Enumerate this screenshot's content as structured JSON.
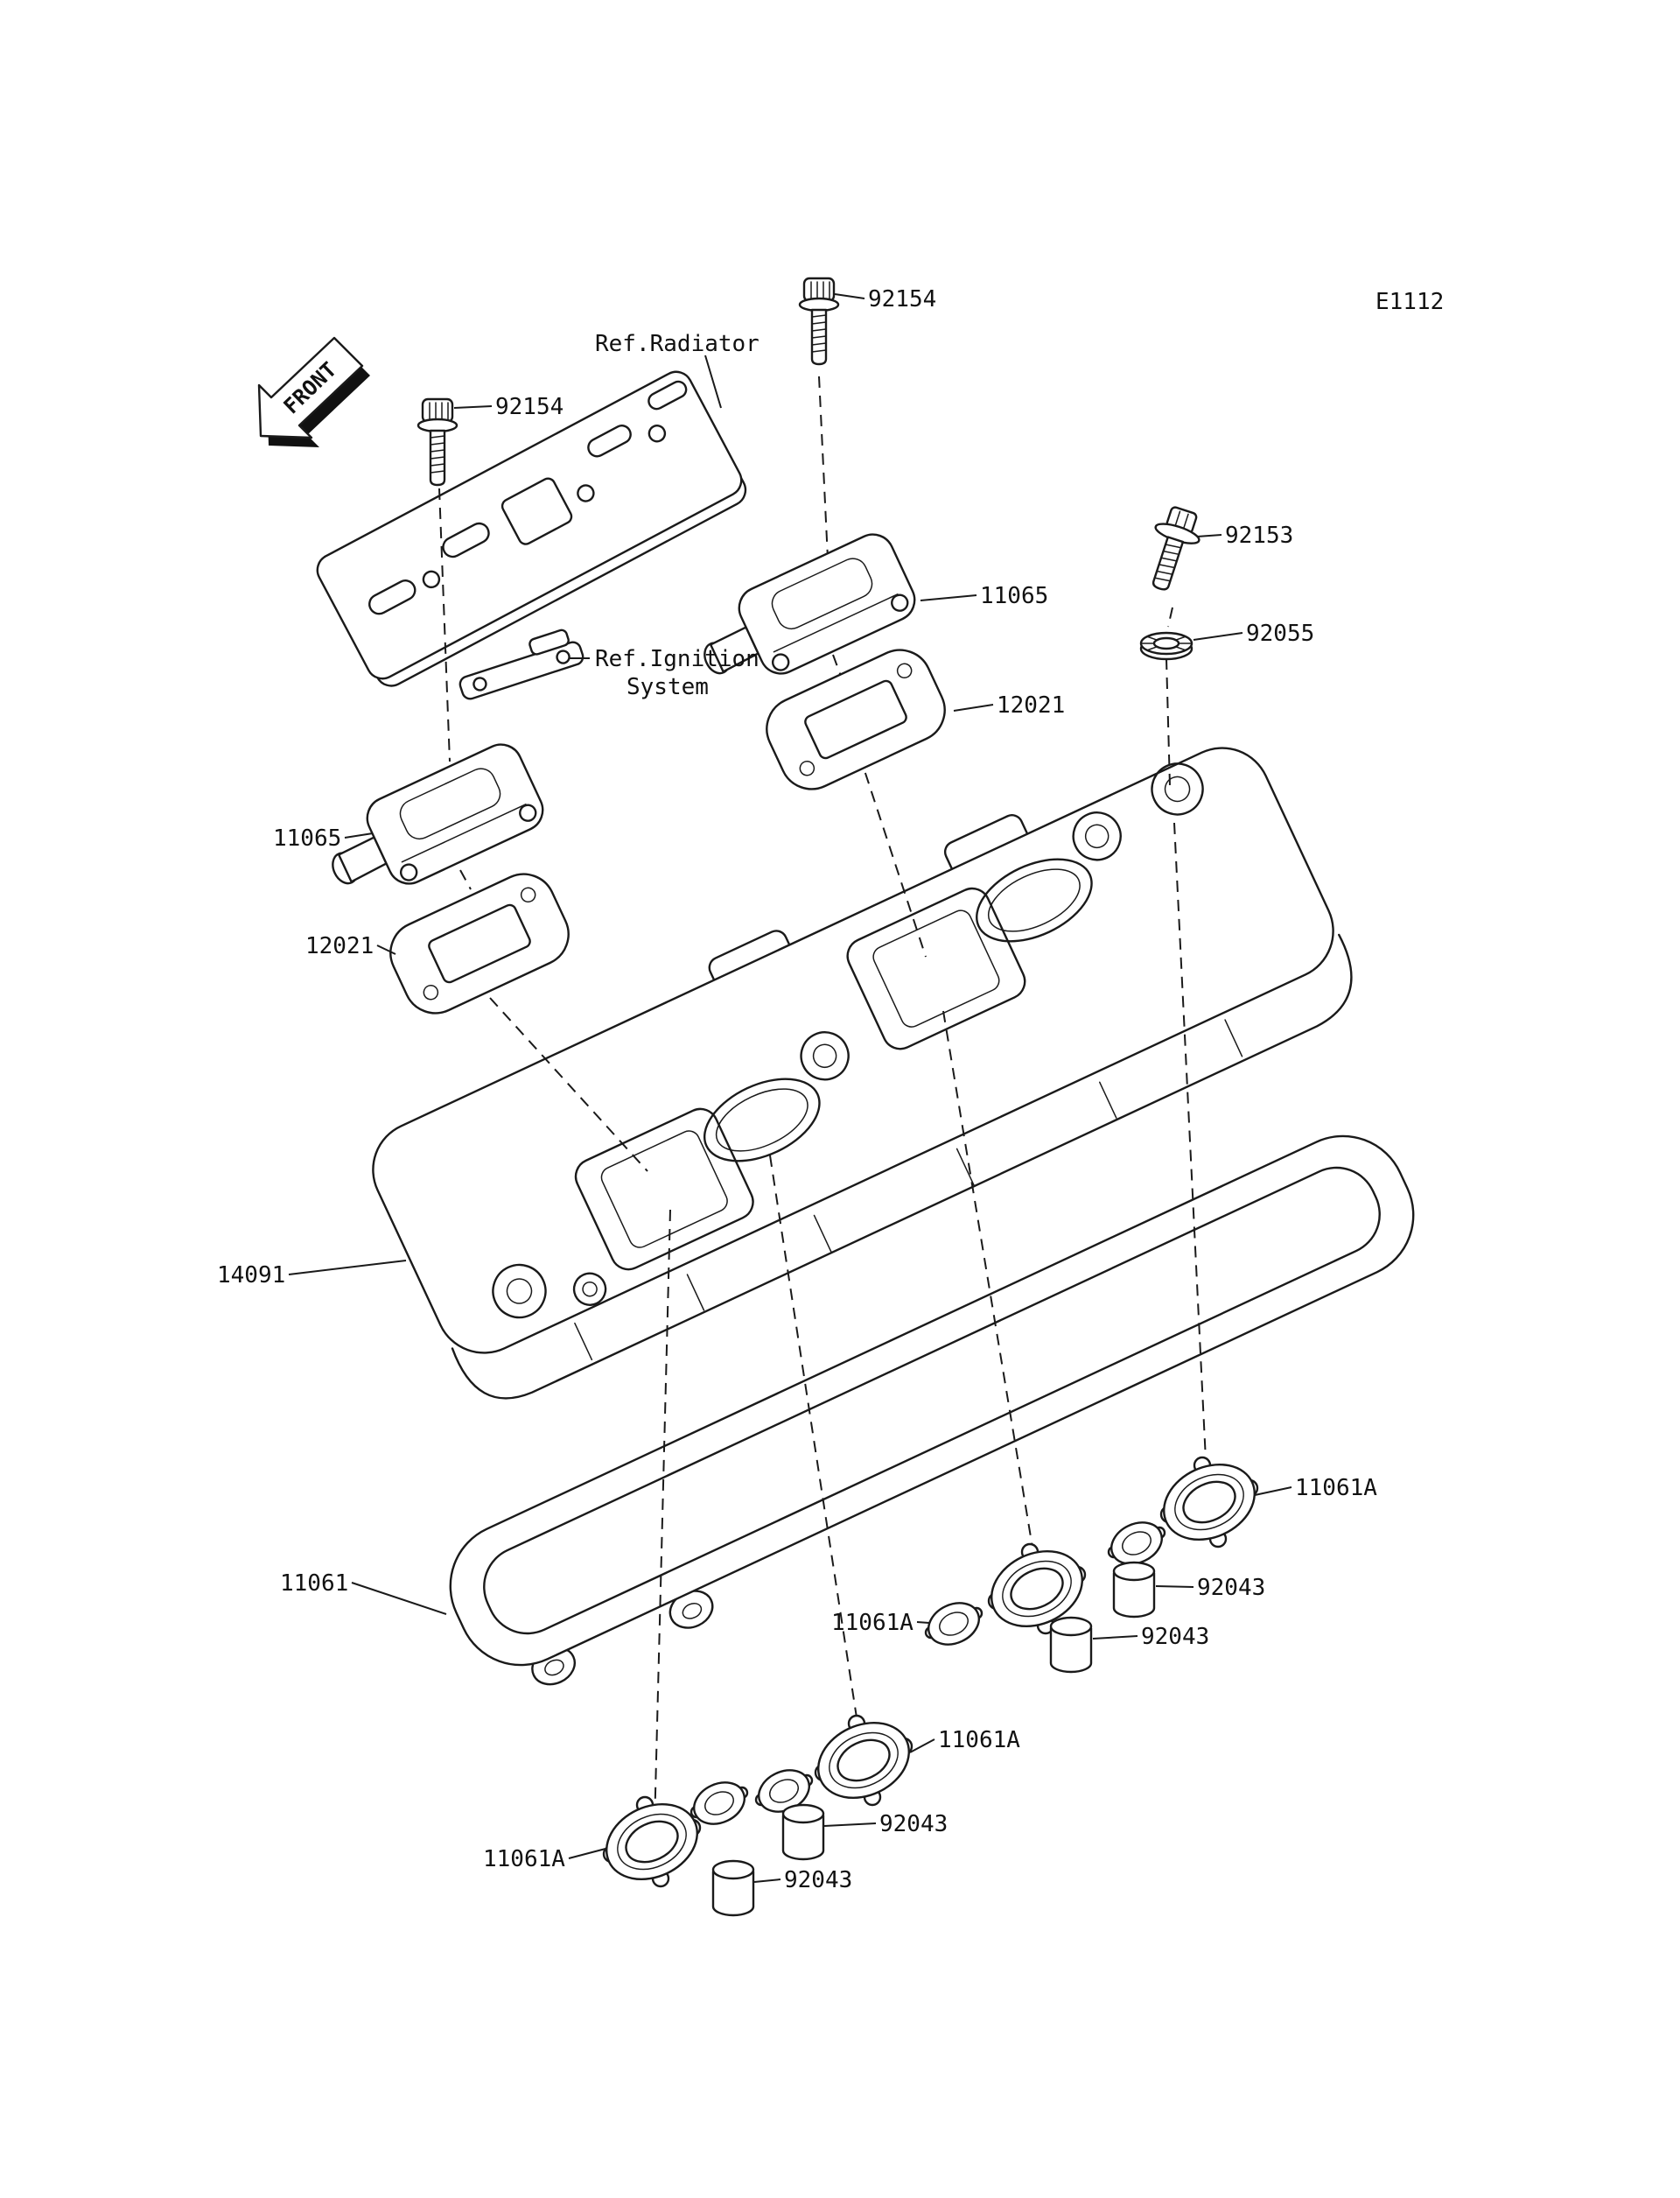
{
  "style": {
    "background": "#ffffff",
    "line_color": "#1a1a1a"
  },
  "labels": {
    "code": "E1112",
    "front": "FRONT",
    "ref_radiator": "Ref.Radiator",
    "ref_ignition_1": "Ref.Ignition",
    "ref_ignition_2": "System",
    "p92154_top": "92154",
    "p92154_left": "92154",
    "p92153": "92153",
    "p92055": "92055",
    "p11065_right": "11065",
    "p11065_left": "11065",
    "p12021_right": "12021",
    "p12021_left": "12021",
    "p14091": "14091",
    "p11061": "11061",
    "p11061a_right": "11061A",
    "p11061a_mid": "11061A",
    "p11061a_third": "11061A",
    "p11061a_bottom": "11061A",
    "p92043_right": "92043",
    "p92043_mid": "92043",
    "p92043_third": "92043",
    "p92043_bottom": "92043"
  }
}
